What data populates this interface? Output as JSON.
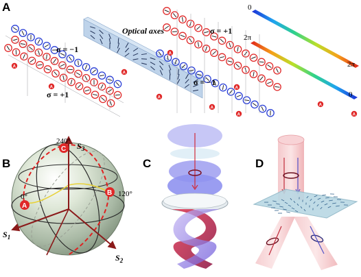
{
  "panels": {
    "A": {
      "label": "A",
      "optical_axes": "Optical axes",
      "sigma_left_top": "σ = −1",
      "sigma_left_bottom": "σ = +1",
      "sigma_right_top": "σ = +1",
      "sigma_right_bottom": "σ = −1",
      "colorbar_top": {
        "start": "0",
        "end": "2π"
      },
      "colorbar_bottom": {
        "start": "2π",
        "end": "0"
      },
      "marker_letter": "A",
      "colors": {
        "red_ring": "#e02828",
        "blue_ring": "#2a3fd6",
        "plate": "#b8cfe8"
      }
    },
    "B": {
      "label": "B",
      "axis_s1": "S",
      "axis_s1_sub": "1",
      "axis_s2": "S",
      "axis_s2_sub": "2",
      "axis_s3": "S",
      "axis_s3_sub": "3",
      "angle_top": "240°",
      "angle_left": "0°",
      "angle_right": "120°",
      "points": [
        {
          "letter": "A"
        },
        {
          "letter": "B"
        },
        {
          "letter": "C"
        }
      ],
      "colors": {
        "sphere": "#b9c7b5",
        "path": "#e02020",
        "axis": "#8b1a1a",
        "badge": "#e02828"
      }
    },
    "C": {
      "label": "C",
      "colors": {
        "disk": "#8f92f0",
        "helix_red": "#d22a4a",
        "helix_blue": "#5f4ad8"
      }
    },
    "D": {
      "label": "D",
      "colors": {
        "beam": "#f2b8bc",
        "plate": "#b9d8e4"
      }
    }
  }
}
